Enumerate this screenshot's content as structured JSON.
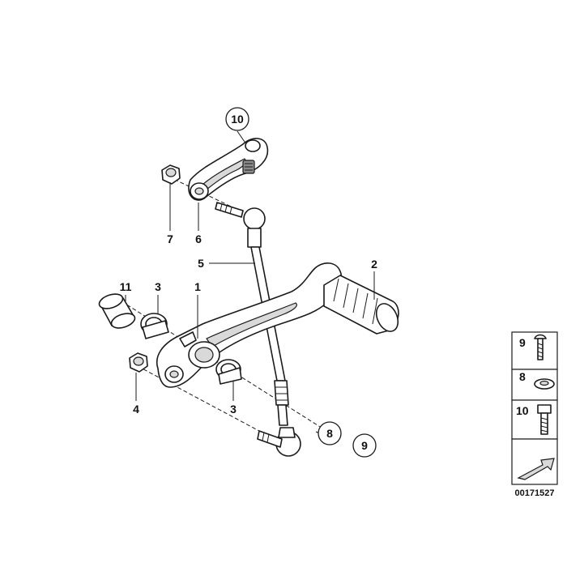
{
  "callouts": {
    "c1": "1",
    "c2": "2",
    "c3a": "3",
    "c3b": "3",
    "c4": "4",
    "c5": "5",
    "c6": "6",
    "c7": "7",
    "c8": "8",
    "c9": "9",
    "c10": "10",
    "c11": "11"
  },
  "legend": {
    "row1": "9",
    "row2": "8",
    "row3": "10"
  },
  "diagram_number": "00171527"
}
